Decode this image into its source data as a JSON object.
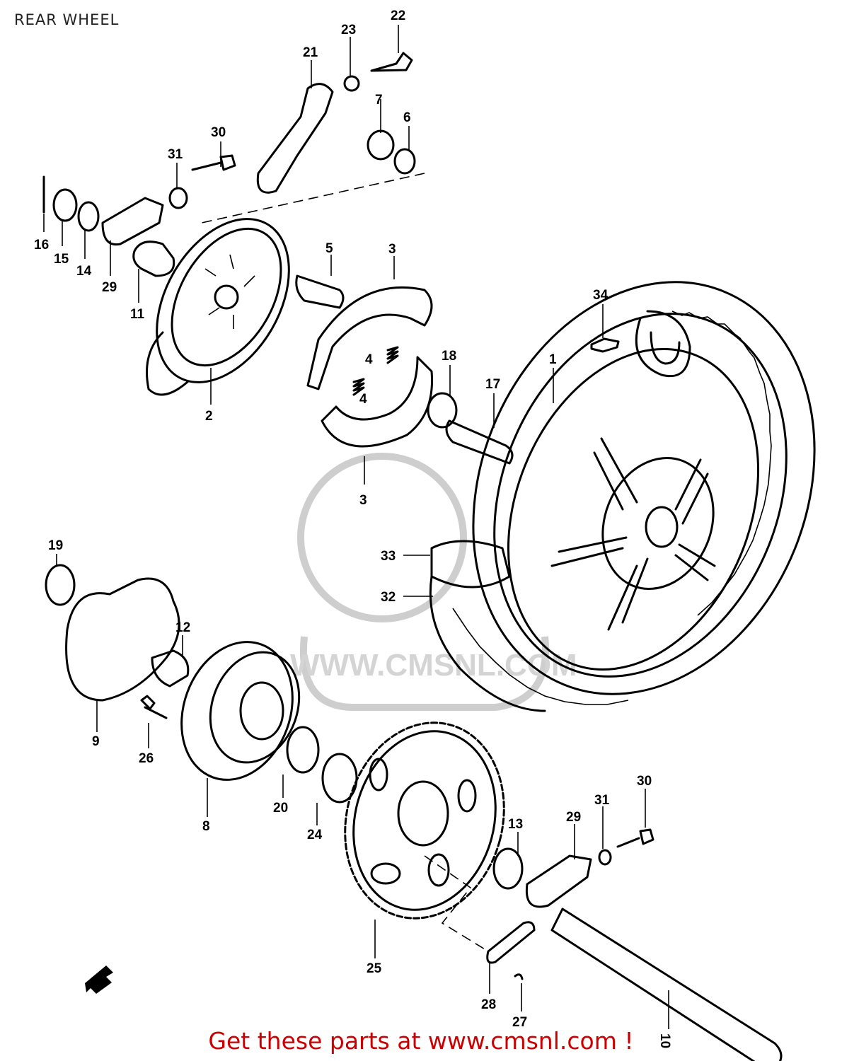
{
  "title": "REAR WHEEL",
  "footer": "Get these parts at www.cmsnl.com !",
  "watermark_text": "WWW.CMSNL.COM",
  "parts": {
    "p1": "1",
    "p2": "2",
    "p3a": "3",
    "p3b": "3",
    "p4a": "4",
    "p4b": "4",
    "p5": "5",
    "p6": "6",
    "p7": "7",
    "p8": "8",
    "p9": "9",
    "p10": "10",
    "p11": "11",
    "p12": "12",
    "p13": "13",
    "p14": "14",
    "p15": "15",
    "p16": "16",
    "p17": "17",
    "p18": "18",
    "p19": "19",
    "p20": "20",
    "p21": "21",
    "p22": "22",
    "p23": "23",
    "p24": "24",
    "p25": "25",
    "p26": "26",
    "p27": "27",
    "p28": "28",
    "p29a": "29",
    "p29b": "29",
    "p30a": "30",
    "p30b": "30",
    "p31a": "31",
    "p31b": "31",
    "p32": "32",
    "p33": "33",
    "p34": "34"
  },
  "icons": {
    "front_arrow": "front-arrow-icon"
  }
}
